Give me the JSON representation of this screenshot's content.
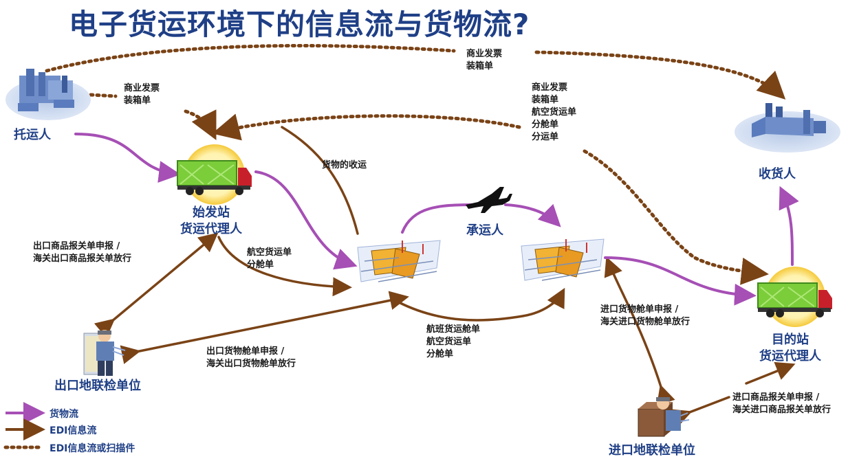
{
  "title": "电子货运环境下的信息流与货物流?",
  "nodes": {
    "shipper": "托运人",
    "origin_agent_1": "始发站",
    "origin_agent_2": "货运代理人",
    "carrier": "承运人",
    "consignee": "收货人",
    "dest_agent_1": "目的站",
    "dest_agent_2": "货运代理人",
    "export_inspection": "出口地联检单位",
    "import_inspection": "进口地联检单位"
  },
  "labels": {
    "top_docs": [
      "商业发票",
      "装箱单"
    ],
    "shipper_docs": [
      "商业发票",
      "装箱单"
    ],
    "carrier_docs": [
      "商业发票",
      "装箱单",
      "航空货运单",
      "分舱单",
      "分运单"
    ],
    "receipt": "货物的收运",
    "export_declare": [
      "出口商品报关单申报 /",
      "海关出口商品报关单放行"
    ],
    "awb_manifest": [
      "航空货运单",
      "分舱单"
    ],
    "export_cargo_manifest": [
      "出口货物舱单申报 /",
      "海关出口货物舱单放行"
    ],
    "flight_manifest": [
      "航班货运舱单",
      "航空货运单",
      "分舱单"
    ],
    "import_cargo_manifest": [
      "进口货物舱单申报 /",
      "海关进口货物舱单放行"
    ],
    "import_declare": [
      "进口商品报关单申报 /",
      "海关进口商品报关单放行"
    ]
  },
  "legend": {
    "goods_flow": "货物流",
    "edi_flow": "EDI信息流",
    "edi_scan_flow": "EDI信息流或扫描件"
  },
  "colors": {
    "title": "#1f3f86",
    "goods_flow": "#a64fb5",
    "edi_flow": "#7a4316",
    "truck": "#7ccd3a",
    "halo": "#f5c93a"
  },
  "icons": [
    "factory-icon",
    "truck-icon",
    "airplane-icon",
    "airport-icon",
    "inspector-icon"
  ]
}
